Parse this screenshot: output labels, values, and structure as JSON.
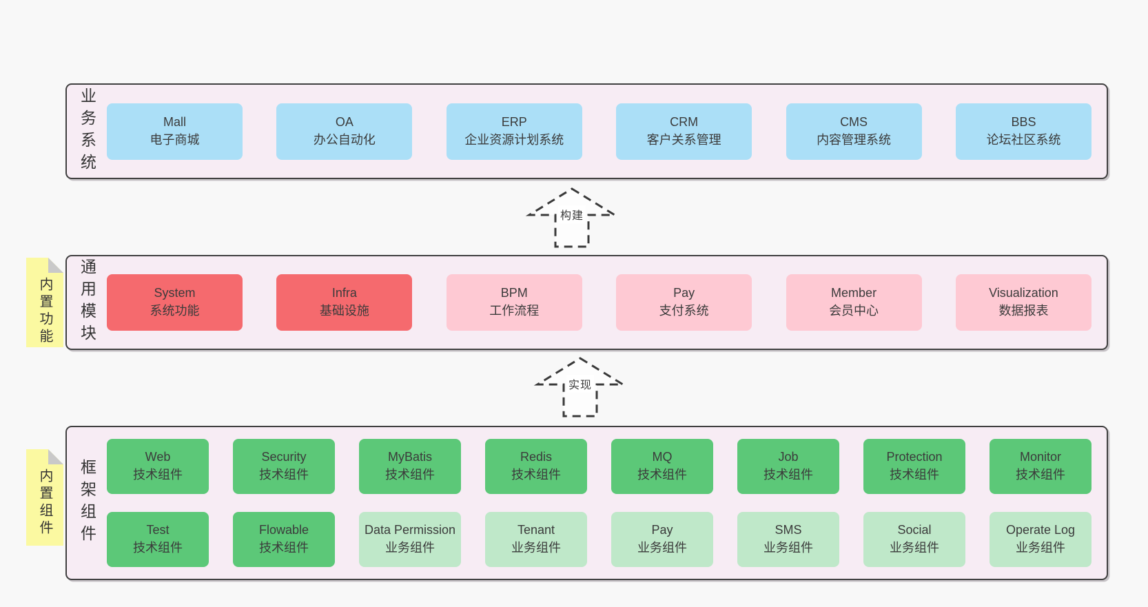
{
  "colors": {
    "page-bg": "#f8f8f8",
    "layer-bg": "#f7ecf4",
    "layer-border": "#3f3f3f",
    "text": "#3b3b3b",
    "box-blue": "#abdff7",
    "box-red": "#f56a6e",
    "box-pink": "#fec9d3",
    "box-green": "#5cc878",
    "box-lightgreen": "#bfe8c9",
    "note-yellow": "#fbf9a1",
    "note-fold": "#c9c9c9"
  },
  "layers": [
    {
      "label": "业务系统",
      "rows": [
        [
          {
            "title": "Mall",
            "subtitle": "电子商城",
            "variant": "blue"
          },
          {
            "title": "OA",
            "subtitle": "办公自动化",
            "variant": "blue"
          },
          {
            "title": "ERP",
            "subtitle": "企业资源计划系统",
            "variant": "blue"
          },
          {
            "title": "CRM",
            "subtitle": "客户关系管理",
            "variant": "blue"
          },
          {
            "title": "CMS",
            "subtitle": "内容管理系统",
            "variant": "blue"
          },
          {
            "title": "BBS",
            "subtitle": "论坛社区系统",
            "variant": "blue"
          }
        ]
      ]
    },
    {
      "label": "通用模块",
      "note": "内置功能",
      "rows": [
        [
          {
            "title": "System",
            "subtitle": "系统功能",
            "variant": "red"
          },
          {
            "title": "Infra",
            "subtitle": "基础设施",
            "variant": "red"
          },
          {
            "title": "BPM",
            "subtitle": "工作流程",
            "variant": "pink"
          },
          {
            "title": "Pay",
            "subtitle": "支付系统",
            "variant": "pink"
          },
          {
            "title": "Member",
            "subtitle": "会员中心",
            "variant": "pink"
          },
          {
            "title": "Visualization",
            "subtitle": "数据报表",
            "variant": "pink"
          }
        ]
      ]
    },
    {
      "label": "框架组件",
      "note": "内置组件",
      "rows": [
        [
          {
            "title": "Web",
            "subtitle": "技术组件",
            "variant": "green"
          },
          {
            "title": "Security",
            "subtitle": "技术组件",
            "variant": "green"
          },
          {
            "title": "MyBatis",
            "subtitle": "技术组件",
            "variant": "green"
          },
          {
            "title": "Redis",
            "subtitle": "技术组件",
            "variant": "green"
          },
          {
            "title": "MQ",
            "subtitle": "技术组件",
            "variant": "green"
          },
          {
            "title": "Job",
            "subtitle": "技术组件",
            "variant": "green"
          },
          {
            "title": "Protection",
            "subtitle": "技术组件",
            "variant": "green"
          },
          {
            "title": "Monitor",
            "subtitle": "技术组件",
            "variant": "green"
          }
        ],
        [
          {
            "title": "Test",
            "subtitle": "技术组件",
            "variant": "green"
          },
          {
            "title": "Flowable",
            "subtitle": "技术组件",
            "variant": "green"
          },
          {
            "title": "Data Permission",
            "subtitle": "业务组件",
            "variant": "lightgreen"
          },
          {
            "title": "Tenant",
            "subtitle": "业务组件",
            "variant": "lightgreen"
          },
          {
            "title": "Pay",
            "subtitle": "业务组件",
            "variant": "lightgreen"
          },
          {
            "title": "SMS",
            "subtitle": "业务组件",
            "variant": "lightgreen"
          },
          {
            "title": "Social",
            "subtitle": "业务组件",
            "variant": "lightgreen"
          },
          {
            "title": "Operate Log",
            "subtitle": "业务组件",
            "variant": "lightgreen"
          }
        ]
      ]
    }
  ],
  "arrows": [
    {
      "label": "构建"
    },
    {
      "label": "实现"
    }
  ]
}
